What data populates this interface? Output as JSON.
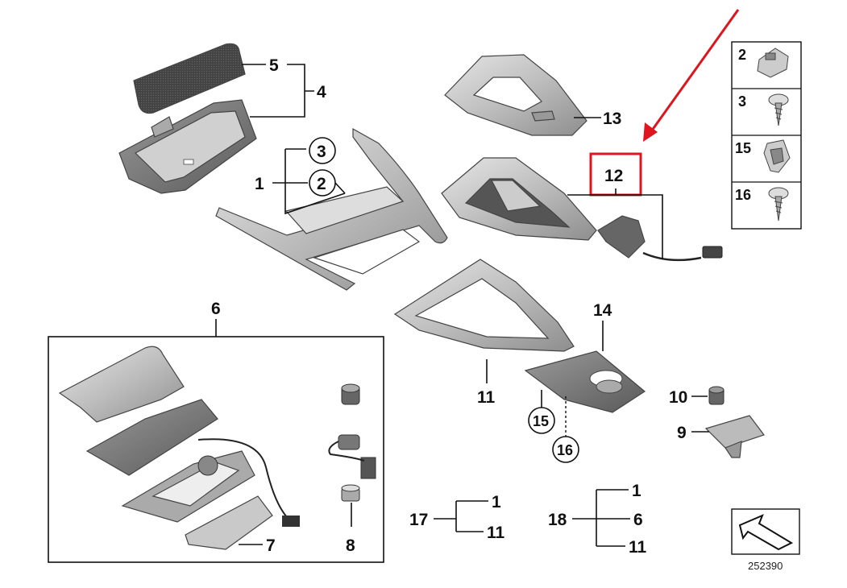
{
  "diagram": {
    "ref_number": "252390",
    "callouts": {
      "c1": "1",
      "c2": "2",
      "c3": "3",
      "c4": "4",
      "c5": "5",
      "c6": "6",
      "c7": "7",
      "c8": "8",
      "c9": "9",
      "c10": "10",
      "c11": "11",
      "c12": "12",
      "c13": "13",
      "c14": "14",
      "c15": "15",
      "c16": "16"
    },
    "legend": [
      {
        "num": "2",
        "icon": "clip-nut-icon"
      },
      {
        "num": "3",
        "icon": "screw-icon"
      },
      {
        "num": "15",
        "icon": "spring-clip-icon"
      },
      {
        "num": "16",
        "icon": "screw-icon"
      }
    ],
    "kits": [
      {
        "num": "17",
        "items": [
          "1",
          "11"
        ]
      },
      {
        "num": "18",
        "items": [
          "1",
          "6",
          "11"
        ]
      }
    ],
    "highlight": {
      "label": "12",
      "color": "#e0141c"
    }
  }
}
